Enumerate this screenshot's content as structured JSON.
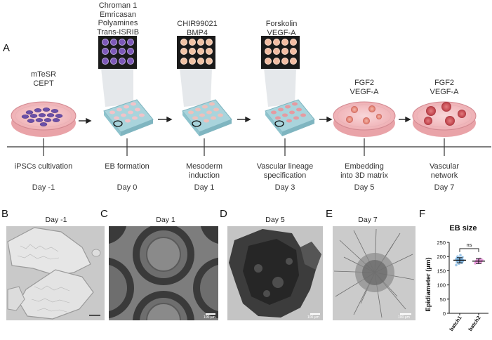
{
  "panels": {
    "A": "A",
    "B": "B",
    "C": "C",
    "D": "D",
    "E": "E",
    "F": "F"
  },
  "media": [
    {
      "lines": [
        "mTeSR",
        "CEPT"
      ]
    },
    {
      "lines": [
        "Chroman 1",
        "Emricasan",
        "Polyamines",
        "Trans-ISRIB"
      ]
    },
    {
      "lines": [
        "CHIR99021",
        "BMP4"
      ]
    },
    {
      "lines": [
        "Forskolin",
        "VEGF-A"
      ]
    },
    {
      "lines": [
        "FGF2",
        "VEGF-A"
      ]
    },
    {
      "lines": [
        "FGF2",
        "VEGF-A"
      ]
    }
  ],
  "stages": [
    {
      "lines": [
        "iPSCs cultivation"
      ],
      "day": "Day -1"
    },
    {
      "lines": [
        "EB formation"
      ],
      "day": "Day 0"
    },
    {
      "lines": [
        "Mesoderm",
        "induction"
      ],
      "day": "Day 1"
    },
    {
      "lines": [
        "Vascular lineage",
        "specification"
      ],
      "day": "Day 3"
    },
    {
      "lines": [
        "Embedding",
        "into 3D matrix"
      ],
      "day": "Day 5"
    },
    {
      "lines": [
        "Vascular",
        "network"
      ],
      "day": "Day 7"
    }
  ],
  "micrographs": [
    {
      "title": "Day -1",
      "scale": ""
    },
    {
      "title": "Day 1",
      "scale": "100 µm"
    },
    {
      "title": "Day 5",
      "scale": "100 µm"
    },
    {
      "title": "Day 7",
      "scale": "100 µm"
    }
  ],
  "colors": {
    "dish_pink": "#f4c6c8",
    "cell_purple": "#6b4fa8",
    "plate_teal": "#bfe0e6",
    "sphere_red": "#d9646e"
  },
  "chart_data": {
    "type": "scatter",
    "title": "EB size",
    "ylabel": "Epidiameter (µm)",
    "categories": [
      "batch1",
      "batch2"
    ],
    "ylim": [
      0,
      250
    ],
    "yticks": [
      0,
      50,
      100,
      150,
      200,
      250
    ],
    "series": [
      {
        "category": "batch1",
        "mean": 187,
        "color": "#4f9ad8",
        "points": [
          170,
          175,
          178,
          180,
          182,
          183,
          185,
          186,
          187,
          188,
          189,
          190,
          191,
          192,
          194,
          196,
          198,
          200,
          205
        ]
      },
      {
        "category": "batch2",
        "mean": 184,
        "color": "#e05cc8",
        "points": [
          176,
          178,
          180,
          182,
          183,
          184,
          185,
          186,
          188,
          190,
          192
        ]
      }
    ],
    "annotation": "ns"
  }
}
